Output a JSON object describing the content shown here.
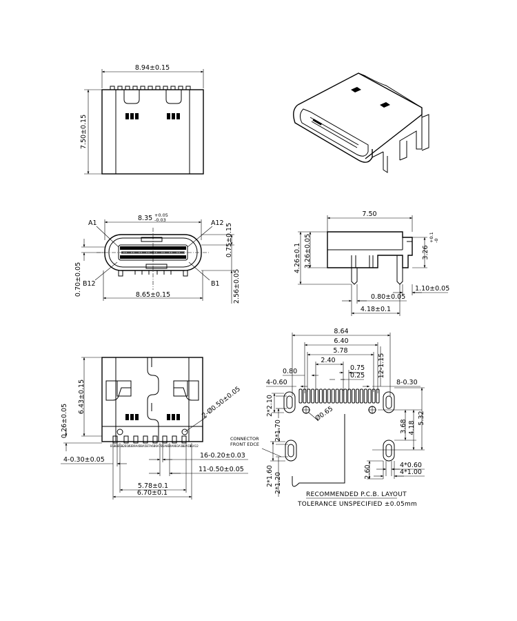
{
  "top_view": {
    "width": "8.94±0.15",
    "height": "7.50±0.15"
  },
  "front_view": {
    "width_top_base": "8.35",
    "width_top_plus": "+0.05",
    "width_top_minus": "-0.03",
    "label_a1": "A1",
    "label_a12": "A12",
    "label_b12": "B12",
    "label_b1": "B1",
    "dim_075": "0.75±0.15",
    "dim_070": "0.70±0.05",
    "dim_256": "2.56±0.05",
    "width_bottom": "8.65±0.15"
  },
  "side_view": {
    "length": "7.50",
    "h_total_base": "4.26",
    "h_total_tol": "±0.1",
    "h_body_base": "3.26",
    "h_body_tol": "±0.05",
    "h_right_base": "3.26",
    "h_right_plus": "+0.1",
    "h_right_minus": "-0",
    "dim_110": "1.10±0.05",
    "dim_080": "0.80±0.05",
    "dim_418": "4.18±0.1"
  },
  "bottom_view": {
    "dim_643": "6.43±0.15",
    "dim_026": "0.26±0.05",
    "hole": "2-Ø0.50±0.05",
    "pitch_16": "16-0.20±0.03",
    "pitch_11": "11-0.50±0.05",
    "pad_4": "4-0.30±0.05",
    "dim_578": "5.78±0.1",
    "dim_670": "6.70±0.1",
    "pin_labels": [
      "B12",
      "A1",
      "B11",
      "A2",
      "B10",
      "A3",
      "B9",
      "A4",
      "B8",
      "A5",
      "B7",
      "A6",
      "B6",
      "A7",
      "B5",
      "A8",
      "B4",
      "A9",
      "B3",
      "A10",
      "B2",
      "A11",
      "B1",
      "A12"
    ]
  },
  "pcb_layout": {
    "w_864": "8.64",
    "w_640": "6.40",
    "w_578": "5.78",
    "w_240": "2.40",
    "w_075": "0.75",
    "w_025": "0.25",
    "w_080": "0.80",
    "slots_4_060": "4-0.60",
    "pads_8_030": "8-0.30",
    "dim_12_115": "12-1.15",
    "dim_2_210": "2*2.10",
    "hole_065": "Ø0.65",
    "dim_2_170": "2*1.70",
    "dim_368": "3.68",
    "dim_418": "4.18",
    "dim_532": "5.32",
    "connector_edge_1": "CONNECTOR",
    "connector_edge_2": "FRONT EDCE",
    "dim_2_160": "2*1.60",
    "dim_2_120": "2*1.20",
    "dim_260": "2.60",
    "dim_4_060": "4*0.60",
    "dim_4_100": "4*1.00",
    "title": "RECOMMENDED   P.C.B. LAYOUT",
    "tolerance": "TOLERANCE  UNSPECIFIED  ±0.05mm"
  }
}
